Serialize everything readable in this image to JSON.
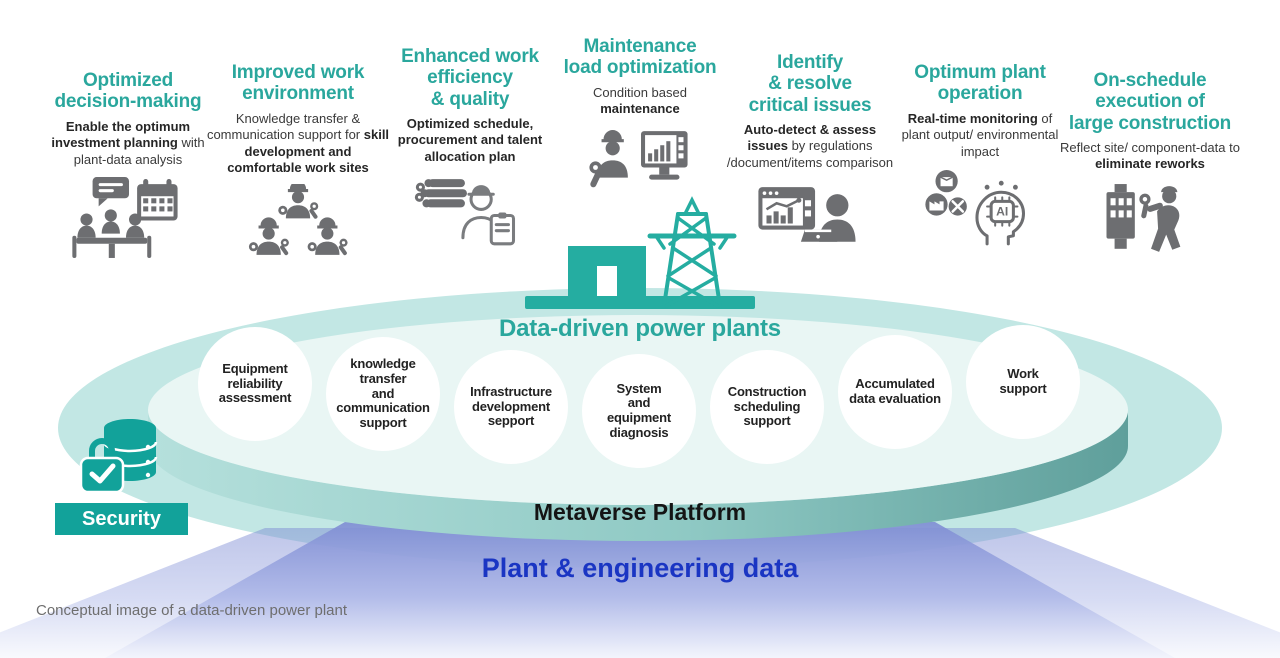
{
  "colors": {
    "heading_teal": "#2aa79d",
    "icon_gray": "#6d6e71",
    "plant_teal": "#25ada1",
    "disc_top": "#e9f6f4",
    "outer_ellipse": "#c2e7e4",
    "security_bg": "#12a29a",
    "blue_text": "#1a35c3"
  },
  "benefits": [
    {
      "title": "Optimized\ndecision-making",
      "desc": [
        {
          "b": true,
          "t": "Enable the optimum investment planning"
        },
        {
          "b": false,
          "t": " with plant-data analysis"
        }
      ],
      "icon": "meeting-calendar-icon"
    },
    {
      "title": "Improved work\nenvironment",
      "desc": [
        {
          "b": false,
          "t": "Knowledge transfer & communication support for "
        },
        {
          "b": true,
          "t": "skill development and comfortable work sites"
        }
      ],
      "icon": "workers-team-icon"
    },
    {
      "title": "Enhanced work\nefficiency\n& quality",
      "desc": [
        {
          "b": true,
          "t": "Optimized schedule, procurement and talent allocation plan"
        }
      ],
      "icon": "materials-inspection-icon"
    },
    {
      "title": "Maintenance\nload optimization",
      "desc": [
        {
          "b": false,
          "t": "Condition based\n"
        },
        {
          "b": true,
          "t": "maintenance"
        }
      ],
      "icon": "maintenance-monitor-icon"
    },
    {
      "title": "Identify\n& resolve\ncritical issues",
      "desc": [
        {
          "b": true,
          "t": "Auto-detect & assess issues"
        },
        {
          "b": false,
          "t": " by regulations /document/items comparison"
        }
      ],
      "icon": "dashboard-analyst-icon"
    },
    {
      "title": "Optimum plant\noperation",
      "desc": [
        {
          "b": true,
          "t": "Real-time monitoring"
        },
        {
          "b": false,
          "t": " of plant output/ environmental impact"
        }
      ],
      "icon": "ai-head-icon"
    },
    {
      "title": "On-schedule\nexecution of\nlarge construction",
      "desc": [
        {
          "b": false,
          "t": "Reflect site/ component-data to "
        },
        {
          "b": true,
          "t": "eliminate reworks"
        }
      ],
      "icon": "equipment-worker-icon"
    }
  ],
  "platform": {
    "title": "Data-driven power plants",
    "circles": [
      "Equipment\nreliability\nassessment",
      "knowledge\ntransfer\nand\ncommunication\nsupport",
      "Infrastructure\ndevelopment\nsepport",
      "System\nand\nequipment\ndiagnosis",
      "Construction\nscheduling\nsupport",
      "Accumulated\ndata evaluation",
      "Work\nsupport"
    ],
    "band_label": "Metaverse Platform",
    "base_label": "Plant & engineering data",
    "security_label": "Security"
  },
  "caption": "Conceptual image of a data-driven power plant"
}
